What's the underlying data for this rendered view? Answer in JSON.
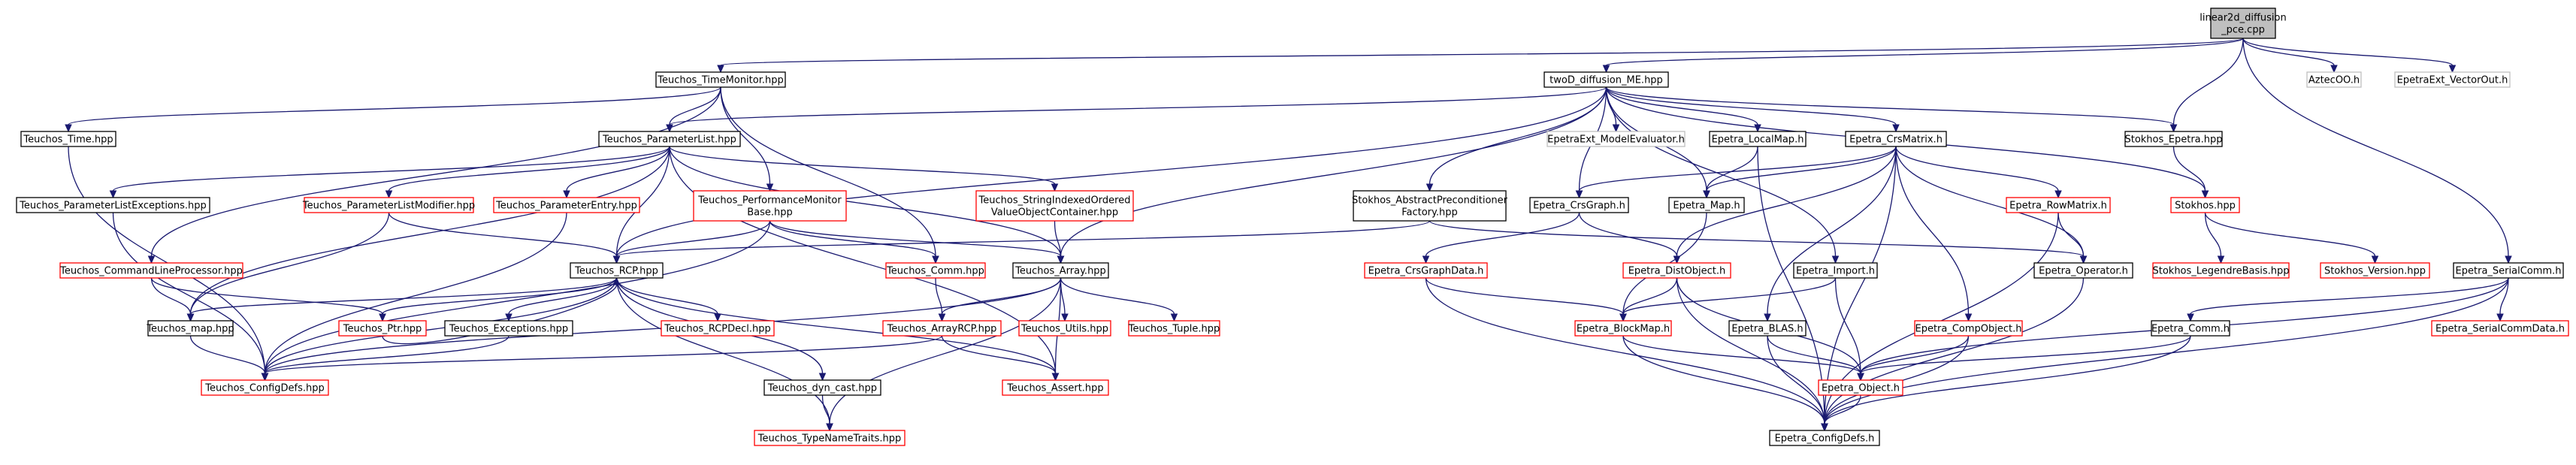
{
  "colors": {
    "edge": "#191970",
    "border_default": "#000000",
    "border_red": "#ff0000",
    "border_gray": "#bfbfbf",
    "root_fill": "#bfbfbf",
    "text": "#000000",
    "text_gray": "#8c8c8c"
  },
  "nodes": [
    {
      "id": "root",
      "lines": [
        "linear2d_diffusion",
        "_pce.cpp"
      ],
      "style": "root"
    },
    {
      "id": "timemon",
      "lines": [
        "Teuchos_TimeMonitor.hpp"
      ],
      "style": "black"
    },
    {
      "id": "twod",
      "lines": [
        "twoD_diffusion_ME.hpp"
      ],
      "style": "black"
    },
    {
      "id": "aztec",
      "lines": [
        "AztecOO.h"
      ],
      "style": "gray"
    },
    {
      "id": "extvec",
      "lines": [
        "EpetraExt_VectorOut.h"
      ],
      "style": "gray"
    },
    {
      "id": "ttime",
      "lines": [
        "Teuchos_Time.hpp"
      ],
      "style": "black"
    },
    {
      "id": "plist",
      "lines": [
        "Teuchos_ParameterList.hpp"
      ],
      "style": "black"
    },
    {
      "id": "modeleval",
      "lines": [
        "EpetraExt_ModelEvaluator.h"
      ],
      "style": "gray"
    },
    {
      "id": "localmap",
      "lines": [
        "Epetra_LocalMap.h"
      ],
      "style": "black"
    },
    {
      "id": "crsmat",
      "lines": [
        "Epetra_CrsMatrix.h"
      ],
      "style": "black"
    },
    {
      "id": "stokep",
      "lines": [
        "Stokhos_Epetra.hpp"
      ],
      "style": "black"
    },
    {
      "id": "plistexc",
      "lines": [
        "Teuchos_ParameterListExceptions.hpp"
      ],
      "style": "black"
    },
    {
      "id": "plistmod",
      "lines": [
        "Teuchos_ParameterListModifier.hpp"
      ],
      "style": "red"
    },
    {
      "id": "pentry",
      "lines": [
        "Teuchos_ParameterEntry.hpp"
      ],
      "style": "red"
    },
    {
      "id": "perfmon",
      "lines": [
        "Teuchos_PerformanceMonitor",
        "Base.hpp"
      ],
      "style": "red"
    },
    {
      "id": "stridx",
      "lines": [
        "Teuchos_StringIndexedOrdered",
        "ValueObjectContainer.hpp"
      ],
      "style": "red"
    },
    {
      "id": "stokabs",
      "lines": [
        "Stokhos_AbstractPreconditioner",
        "Factory.hpp"
      ],
      "style": "black"
    },
    {
      "id": "crsgraph",
      "lines": [
        "Epetra_CrsGraph.h"
      ],
      "style": "black"
    },
    {
      "id": "emap",
      "lines": [
        "Epetra_Map.h"
      ],
      "style": "black"
    },
    {
      "id": "rowmat",
      "lines": [
        "Epetra_RowMatrix.h"
      ],
      "style": "red"
    },
    {
      "id": "stokhpp",
      "lines": [
        "Stokhos.hpp"
      ],
      "style": "red"
    },
    {
      "id": "cmdline",
      "lines": [
        "Teuchos_CommandLineProcessor.hpp"
      ],
      "style": "red"
    },
    {
      "id": "rcp",
      "lines": [
        "Teuchos_RCP.hpp"
      ],
      "style": "black"
    },
    {
      "id": "tcomm",
      "lines": [
        "Teuchos_Comm.hpp"
      ],
      "style": "red"
    },
    {
      "id": "tarray",
      "lines": [
        "Teuchos_Array.hpp"
      ],
      "style": "black"
    },
    {
      "id": "crsgdata",
      "lines": [
        "Epetra_CrsGraphData.h"
      ],
      "style": "red"
    },
    {
      "id": "distobj",
      "lines": [
        "Epetra_DistObject.h"
      ],
      "style": "red"
    },
    {
      "id": "import",
      "lines": [
        "Epetra_Import.h"
      ],
      "style": "black"
    },
    {
      "id": "operator",
      "lines": [
        "Epetra_Operator.h"
      ],
      "style": "black"
    },
    {
      "id": "legendre",
      "lines": [
        "Stokhos_LegendreBasis.hpp"
      ],
      "style": "red"
    },
    {
      "id": "stokver",
      "lines": [
        "Stokhos_Version.hpp"
      ],
      "style": "red"
    },
    {
      "id": "serialcomm",
      "lines": [
        "Epetra_SerialComm.h"
      ],
      "style": "black"
    },
    {
      "id": "tmap",
      "lines": [
        "Teuchos_map.hpp"
      ],
      "style": "black"
    },
    {
      "id": "tptr",
      "lines": [
        "Teuchos_Ptr.hpp"
      ],
      "style": "red"
    },
    {
      "id": "texc",
      "lines": [
        "Teuchos_Exceptions.hpp"
      ],
      "style": "black"
    },
    {
      "id": "rcpdecl",
      "lines": [
        "Teuchos_RCPDecl.hpp"
      ],
      "style": "red"
    },
    {
      "id": "arrayrcp",
      "lines": [
        "Teuchos_ArrayRCP.hpp"
      ],
      "style": "red"
    },
    {
      "id": "utils",
      "lines": [
        "Teuchos_Utils.hpp"
      ],
      "style": "red"
    },
    {
      "id": "tuple",
      "lines": [
        "Teuchos_Tuple.hpp"
      ],
      "style": "red"
    },
    {
      "id": "blockmap",
      "lines": [
        "Epetra_BlockMap.h"
      ],
      "style": "red"
    },
    {
      "id": "blas",
      "lines": [
        "Epetra_BLAS.h"
      ],
      "style": "black"
    },
    {
      "id": "compobj",
      "lines": [
        "Epetra_CompObject.h"
      ],
      "style": "red"
    },
    {
      "id": "ecomm",
      "lines": [
        "Epetra_Comm.h"
      ],
      "style": "black"
    },
    {
      "id": "scdata",
      "lines": [
        "Epetra_SerialCommData.h"
      ],
      "style": "red"
    },
    {
      "id": "configdefs",
      "lines": [
        "Teuchos_ConfigDefs.hpp"
      ],
      "style": "red"
    },
    {
      "id": "dyncast",
      "lines": [
        "Teuchos_dyn_cast.hpp"
      ],
      "style": "black"
    },
    {
      "id": "tassert",
      "lines": [
        "Teuchos_Assert.hpp"
      ],
      "style": "red"
    },
    {
      "id": "eobject",
      "lines": [
        "Epetra_Object.h"
      ],
      "style": "red"
    },
    {
      "id": "typename",
      "lines": [
        "Teuchos_TypeNameTraits.hpp"
      ],
      "style": "red"
    },
    {
      "id": "econfig",
      "lines": [
        "Epetra_ConfigDefs.h"
      ],
      "style": "black"
    }
  ],
  "edges": [
    [
      "root",
      "timemon"
    ],
    [
      "root",
      "twod"
    ],
    [
      "root",
      "aztec"
    ],
    [
      "root",
      "extvec"
    ],
    [
      "root",
      "stokep"
    ],
    [
      "root",
      "serialcomm"
    ],
    [
      "timemon",
      "ttime"
    ],
    [
      "timemon",
      "plist"
    ],
    [
      "timemon",
      "perfmon"
    ],
    [
      "timemon",
      "cmdline"
    ],
    [
      "timemon",
      "tcomm"
    ],
    [
      "twod",
      "plist"
    ],
    [
      "twod",
      "modeleval"
    ],
    [
      "twod",
      "localmap"
    ],
    [
      "twod",
      "crsmat"
    ],
    [
      "twod",
      "stokep"
    ],
    [
      "twod",
      "stokabs"
    ],
    [
      "twod",
      "crsgraph"
    ],
    [
      "twod",
      "emap"
    ],
    [
      "twod",
      "import"
    ],
    [
      "twod",
      "rcp"
    ],
    [
      "twod",
      "tarray"
    ],
    [
      "twod",
      "stokhpp"
    ],
    [
      "ttime",
      "configdefs"
    ],
    [
      "plist",
      "plistexc"
    ],
    [
      "plist",
      "plistmod"
    ],
    [
      "plist",
      "pentry"
    ],
    [
      "plist",
      "stridx"
    ],
    [
      "plist",
      "rcp"
    ],
    [
      "plist",
      "tarray"
    ],
    [
      "plist",
      "tmap"
    ],
    [
      "plist",
      "tassert"
    ],
    [
      "localmap",
      "emap"
    ],
    [
      "localmap",
      "econfig"
    ],
    [
      "crsmat",
      "crsgraph"
    ],
    [
      "crsmat",
      "emap"
    ],
    [
      "crsmat",
      "rowmat"
    ],
    [
      "crsmat",
      "distobj"
    ],
    [
      "crsmat",
      "operator"
    ],
    [
      "crsmat",
      "blas"
    ],
    [
      "crsmat",
      "compobj"
    ],
    [
      "crsmat",
      "econfig"
    ],
    [
      "stokep",
      "stokhpp"
    ],
    [
      "plistexc",
      "configdefs"
    ],
    [
      "plistmod",
      "rcp"
    ],
    [
      "plistmod",
      "tmap"
    ],
    [
      "pentry",
      "configdefs"
    ],
    [
      "perfmon",
      "rcp"
    ],
    [
      "perfmon",
      "tcomm"
    ],
    [
      "perfmon",
      "tarray"
    ],
    [
      "perfmon",
      "configdefs"
    ],
    [
      "stridx",
      "tarray"
    ],
    [
      "stokabs",
      "rcp"
    ],
    [
      "stokabs",
      "operator"
    ],
    [
      "crsgraph",
      "crsgdata"
    ],
    [
      "crsgraph",
      "distobj"
    ],
    [
      "emap",
      "blockmap"
    ],
    [
      "rowmat",
      "operator"
    ],
    [
      "rowmat",
      "econfig"
    ],
    [
      "stokhpp",
      "legendre"
    ],
    [
      "stokhpp",
      "stokver"
    ],
    [
      "cmdline",
      "tmap"
    ],
    [
      "cmdline",
      "tptr"
    ],
    [
      "rcp",
      "tmap"
    ],
    [
      "rcp",
      "tptr"
    ],
    [
      "rcp",
      "texc"
    ],
    [
      "rcp",
      "rcpdecl"
    ],
    [
      "rcp",
      "dyncast"
    ],
    [
      "rcp",
      "tassert"
    ],
    [
      "rcp",
      "typename"
    ],
    [
      "rcp",
      "configdefs"
    ],
    [
      "tcomm",
      "arrayrcp"
    ],
    [
      "tarray",
      "arrayrcp"
    ],
    [
      "tarray",
      "utils"
    ],
    [
      "tarray",
      "tuple"
    ],
    [
      "tarray",
      "tassert"
    ],
    [
      "tarray",
      "typename"
    ],
    [
      "tarray",
      "configdefs"
    ],
    [
      "crsgdata",
      "blockmap"
    ],
    [
      "crsgdata",
      "econfig"
    ],
    [
      "distobj",
      "blockmap"
    ],
    [
      "distobj",
      "eobject"
    ],
    [
      "distobj",
      "econfig"
    ],
    [
      "import",
      "blockmap"
    ],
    [
      "import",
      "eobject"
    ],
    [
      "operator",
      "econfig"
    ],
    [
      "serialcomm",
      "ecomm"
    ],
    [
      "serialcomm",
      "scdata"
    ],
    [
      "serialcomm",
      "eobject"
    ],
    [
      "serialcomm",
      "econfig"
    ],
    [
      "tmap",
      "configdefs"
    ],
    [
      "tptr",
      "rcp"
    ],
    [
      "texc",
      "configdefs"
    ],
    [
      "arrayrcp",
      "tassert"
    ],
    [
      "arrayrcp",
      "configdefs"
    ],
    [
      "dyncast",
      "typename"
    ],
    [
      "blockmap",
      "eobject"
    ],
    [
      "blockmap",
      "econfig"
    ],
    [
      "blas",
      "eobject"
    ],
    [
      "blas",
      "econfig"
    ],
    [
      "compobj",
      "eobject"
    ],
    [
      "compobj",
      "econfig"
    ],
    [
      "ecomm",
      "eobject"
    ],
    [
      "ecomm",
      "econfig"
    ],
    [
      "eobject",
      "econfig"
    ]
  ]
}
